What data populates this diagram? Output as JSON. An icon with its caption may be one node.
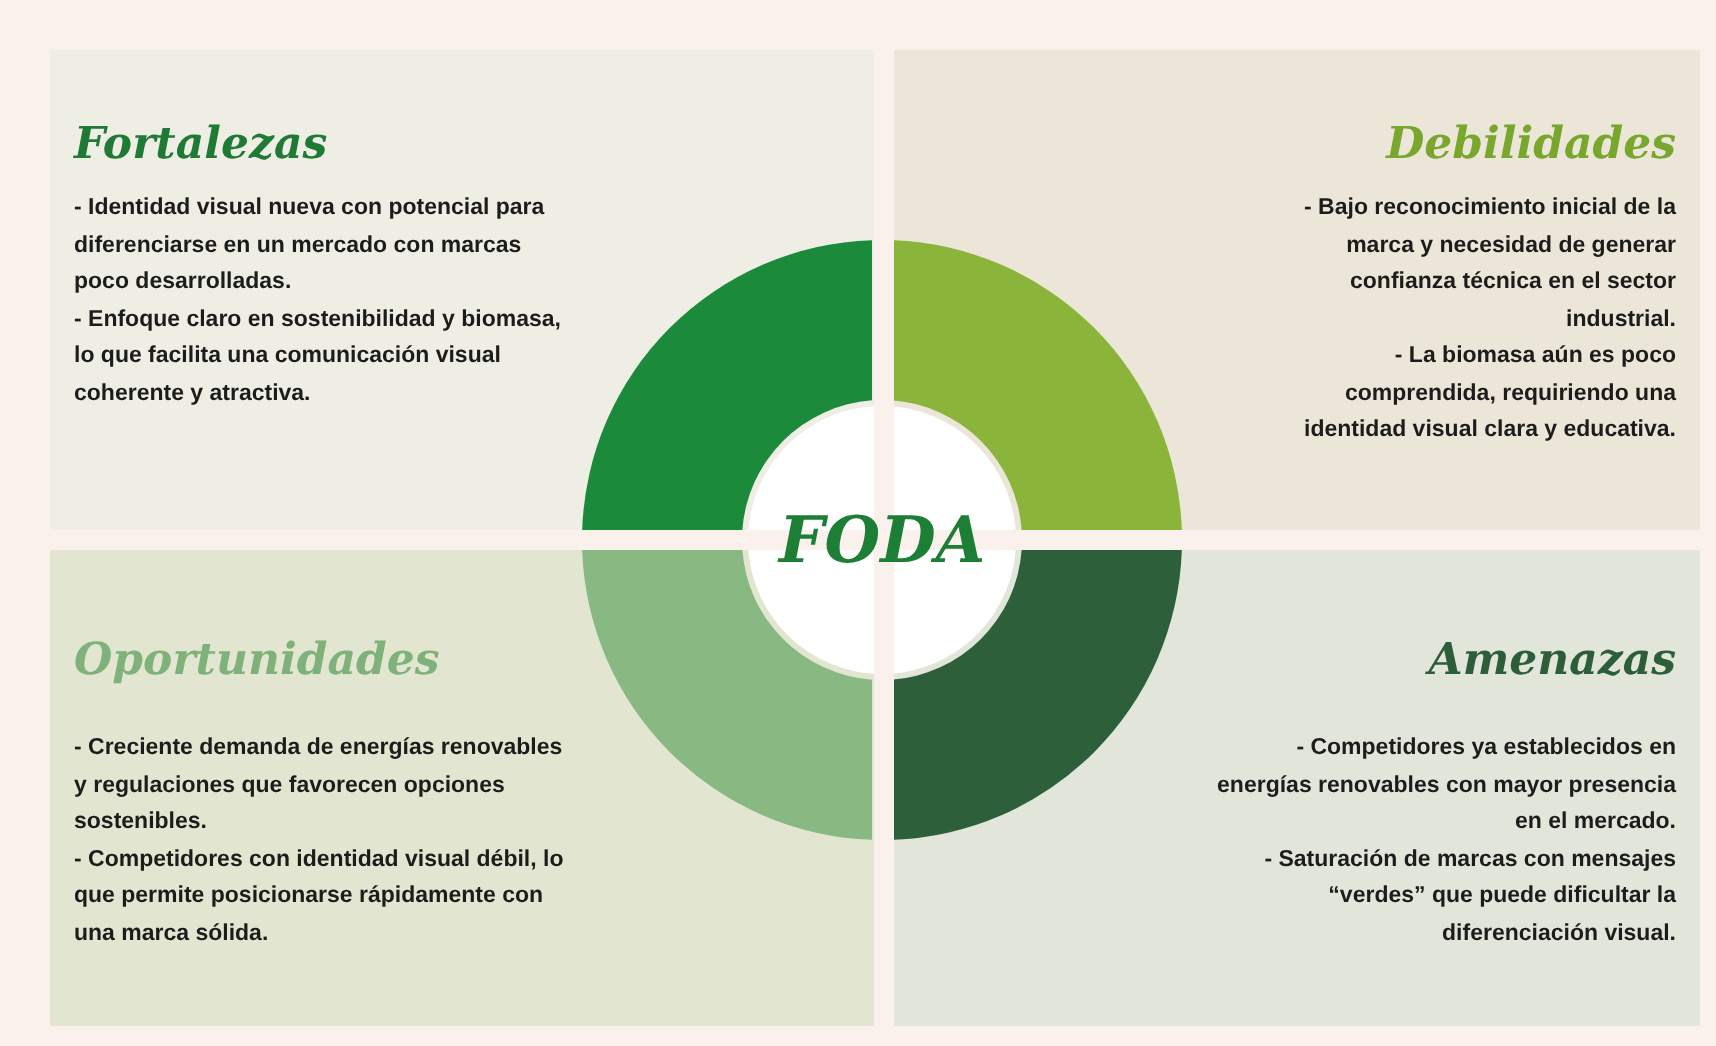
{
  "diagram": {
    "nodes": [
      {
        "text": [
          "Fortalezas",
          "- Identidad visual nueva con potencial para diferenciarse en un mercado con marcas poco desarrolladas.",
          "- Enfoque claro en sostenibilidad y biomasa, lo que facilita una comunicación visual coherente y atractiva."
        ]
      },
      {
        "text": [
          "Debilidades",
          "- Bajo reconocimiento inicial de la marca y necesidad de generar confianza técnica en el sector industrial.",
          "- La biomasa aún es poco comprendida, requiriendo una identidad visual clara y educativa."
        ]
      },
      {
        "text": [
          "FODA"
        ]
      },
      {
        "text": [
          "Oportunidades",
          "- Creciente demanda de energías renovables y regulaciones que favorecen opciones sostenibles.",
          "- Competidores con identidad visual débil, lo que permite posicionarse rápidamente con una marca sólida."
        ]
      },
      {
        "text": [
          "Amenazas",
          "- Competidores ya establecidos en energías renovables con mayor presencia en el mercado.",
          "- Saturación de marcas con mensajes “verdes” que puede dificultar la diferenciación visual."
        ]
      }
    ]
  }
}
